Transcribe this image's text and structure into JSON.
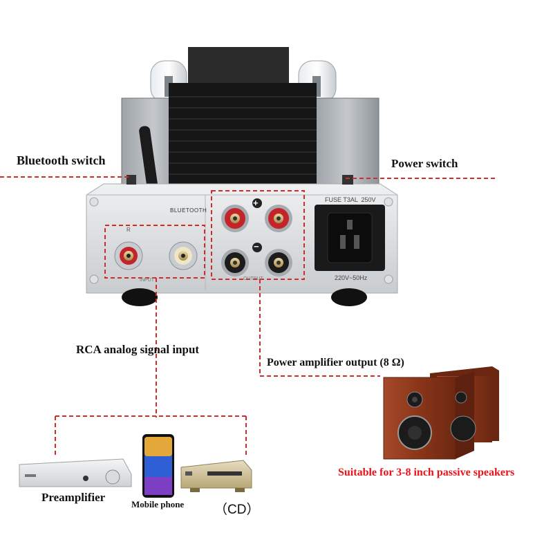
{
  "labels": {
    "bluetooth_switch": "Bluetooth switch",
    "power_switch": "Power switch",
    "rca_input": "RCA analog signal input",
    "power_output": "Power amplifier output (8 Ω)",
    "speakers_note": "Suitable for 3-8 inch passive speakers",
    "preamplifier": "Preamplifier",
    "mobile_phone": "Mobile phone",
    "cd": "（CD）"
  },
  "panel_text": {
    "bluetooth": "BLUETOOTH",
    "fuse": "FUSE T3AL  250V",
    "voltage": "220V~50Hz",
    "input": "INPUT",
    "output": "OUTPUT",
    "r": "R",
    "plus": "+",
    "minus": "−"
  },
  "colors": {
    "dash": "#d42a2a",
    "accent_red": "#e8141a",
    "chassis": "#d8dadc",
    "transformer": "#1a1a1a",
    "speaker_wood": "#8e3b1c"
  }
}
